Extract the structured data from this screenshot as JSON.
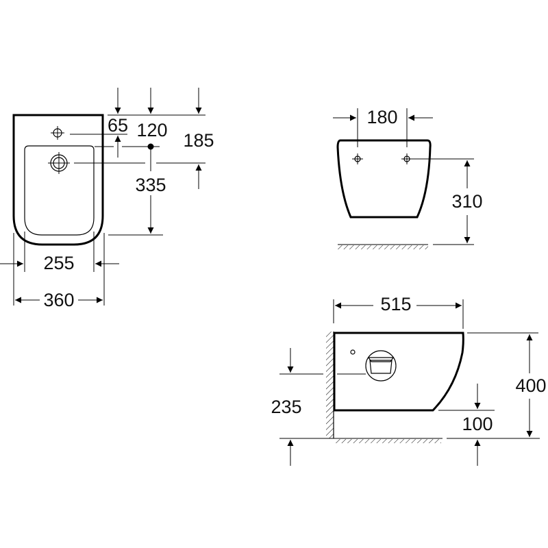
{
  "title": "Wall-hung bidet technical drawing",
  "front_view": {
    "hole_offset_top": "65",
    "center_offset": "120",
    "water_outlet_height": "185",
    "bowl_depth": "335",
    "inner_width": "255",
    "outer_width": "360"
  },
  "rear_view": {
    "fixing_spacing": "180",
    "fixing_height": "310"
  },
  "side_view": {
    "depth": "515",
    "height": "400",
    "connection_height": "235",
    "bottom_clearance": "100"
  }
}
